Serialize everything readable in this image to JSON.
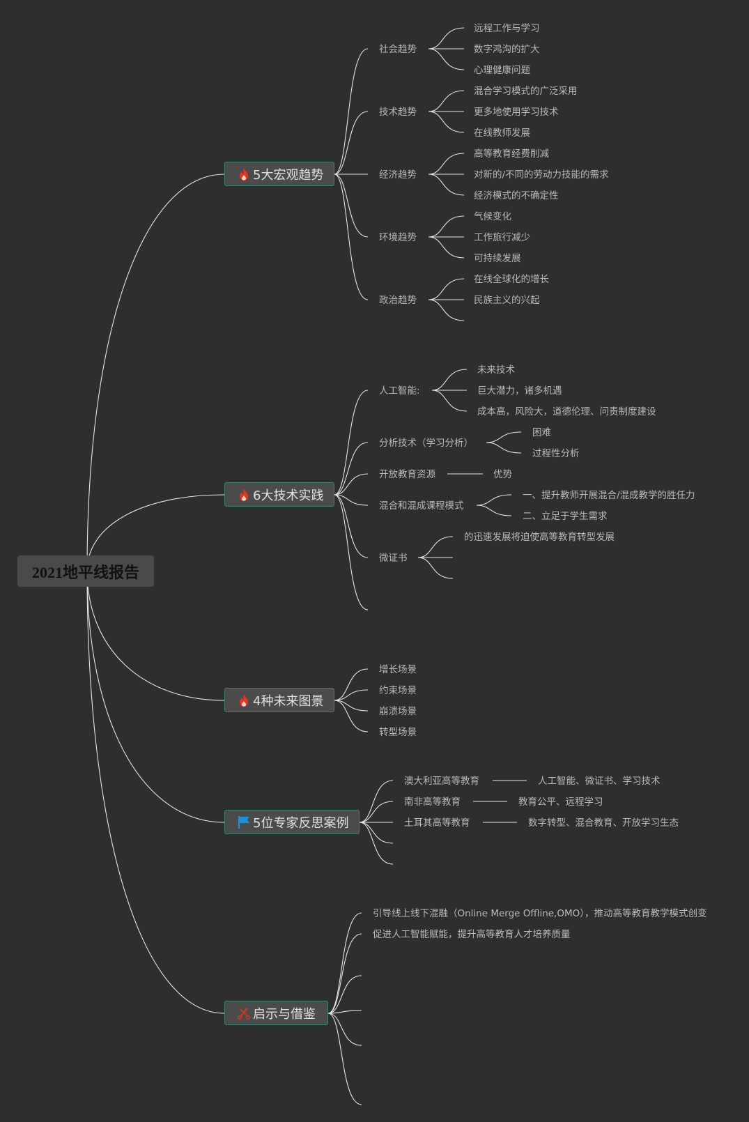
{
  "root": {
    "label": "2021地平线报告"
  },
  "branches": [
    {
      "label": "5大宏观趋势",
      "icon": "fire-icon"
    },
    {
      "label": "6大技术实践",
      "icon": "fire-icon"
    },
    {
      "label": "4种未来图景",
      "icon": "fire-icon"
    },
    {
      "label": "5位专家反思案例",
      "icon": "flag-icon"
    },
    {
      "label": "启示与借鉴",
      "icon": "tools-icon"
    }
  ],
  "macro_trends": [
    {
      "label": "社会趋势",
      "children": [
        "远程工作与学习",
        "数字鸿沟的扩大",
        "心理健康问题"
      ]
    },
    {
      "label": "技术趋势",
      "children": [
        "混合学习模式的广泛采用",
        "更多地使用学习技术",
        "在线教师发展"
      ]
    },
    {
      "label": "经济趋势",
      "children": [
        "高等教育经费削减",
        "对新的/不同的劳动力技能的需求",
        "经济模式的不确定性"
      ]
    },
    {
      "label": "环境趋势",
      "children": [
        "气候变化",
        "工作旅行减少",
        "可持续发展"
      ]
    },
    {
      "label": "政治趋势",
      "children": [
        "在线全球化的增长",
        "民族主义的兴起",
        ""
      ]
    }
  ],
  "tech_practices": [
    {
      "label": "人工智能:",
      "children": [
        "未来技术",
        "巨大潜力，诸多机遇",
        "成本高，风险大，道德伦理、问责制度建设"
      ]
    },
    {
      "label": "分析技术（学习分析）",
      "children": [
        "困难",
        "过程性分析"
      ]
    },
    {
      "label": "开放教育资源",
      "children": [
        "优势"
      ]
    },
    {
      "label": "混合和混成课程模式",
      "children": [
        "一、提升教师开展混合/混成教学的胜任力",
        "二、立足于学生需求"
      ]
    },
    {
      "label": "微证书",
      "children": [
        "的迅速发展将迫使高等教育转型发展",
        "",
        ""
      ]
    },
    {
      "label": "",
      "children": []
    }
  ],
  "future_scenarios": [
    "增长场景",
    "约束场景",
    "崩溃场景",
    "转型场景"
  ],
  "expert_cases": [
    {
      "label": "澳大利亚高等教育",
      "detail": "人工智能、微证书、学习技术"
    },
    {
      "label": "南非高等教育",
      "detail": "教育公平、远程学习"
    },
    {
      "label": "土耳其高等教育",
      "detail": "数字转型、混合教育、开放学习生态"
    },
    {
      "label": "",
      "detail": ""
    },
    {
      "label": "",
      "detail": ""
    }
  ],
  "insights": [
    "引导线上线下混融（Online Merge Offline,OMO），推动高等教育教学模式创变",
    "促进人工智能赋能，提升高等教育人才培养质量",
    "",
    "",
    "",
    ""
  ],
  "colors": {
    "background": "#2e2e2e",
    "line": "#e6e6e6",
    "branch_border": "#3f7f72",
    "fire": "#e8341c",
    "flag": "#1e90d8",
    "tools": "#c0392b"
  }
}
